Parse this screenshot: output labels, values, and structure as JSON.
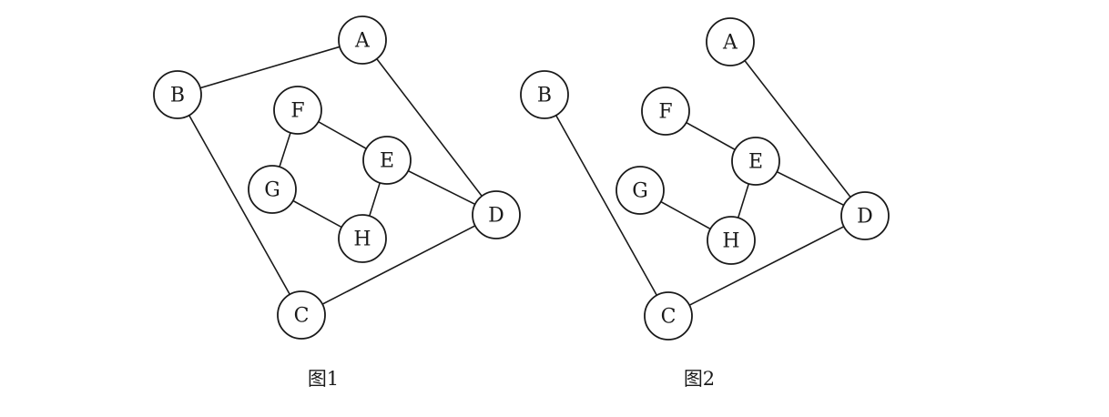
{
  "colors": {
    "stroke": "#1a1a1a",
    "background": "#ffffff"
  },
  "graphs": [
    {
      "caption": "图1",
      "nodes": [
        {
          "id": "A",
          "label": "A"
        },
        {
          "id": "B",
          "label": "B"
        },
        {
          "id": "C",
          "label": "C"
        },
        {
          "id": "D",
          "label": "D"
        },
        {
          "id": "E",
          "label": "E"
        },
        {
          "id": "F",
          "label": "F"
        },
        {
          "id": "G",
          "label": "G"
        },
        {
          "id": "H",
          "label": "H"
        }
      ],
      "edges": [
        [
          "A",
          "B"
        ],
        [
          "A",
          "D"
        ],
        [
          "B",
          "C"
        ],
        [
          "C",
          "D"
        ],
        [
          "D",
          "E"
        ],
        [
          "E",
          "F"
        ],
        [
          "F",
          "G"
        ],
        [
          "G",
          "H"
        ],
        [
          "H",
          "E"
        ]
      ]
    },
    {
      "caption": "图2",
      "nodes": [
        {
          "id": "A",
          "label": "A"
        },
        {
          "id": "B",
          "label": "B"
        },
        {
          "id": "C",
          "label": "C"
        },
        {
          "id": "D",
          "label": "D"
        },
        {
          "id": "E",
          "label": "E"
        },
        {
          "id": "F",
          "label": "F"
        },
        {
          "id": "G",
          "label": "G"
        },
        {
          "id": "H",
          "label": "H"
        }
      ],
      "edges": [
        [
          "A",
          "D"
        ],
        [
          "B",
          "C"
        ],
        [
          "C",
          "D"
        ],
        [
          "D",
          "E"
        ],
        [
          "E",
          "F"
        ],
        [
          "E",
          "H"
        ],
        [
          "G",
          "H"
        ]
      ]
    }
  ]
}
